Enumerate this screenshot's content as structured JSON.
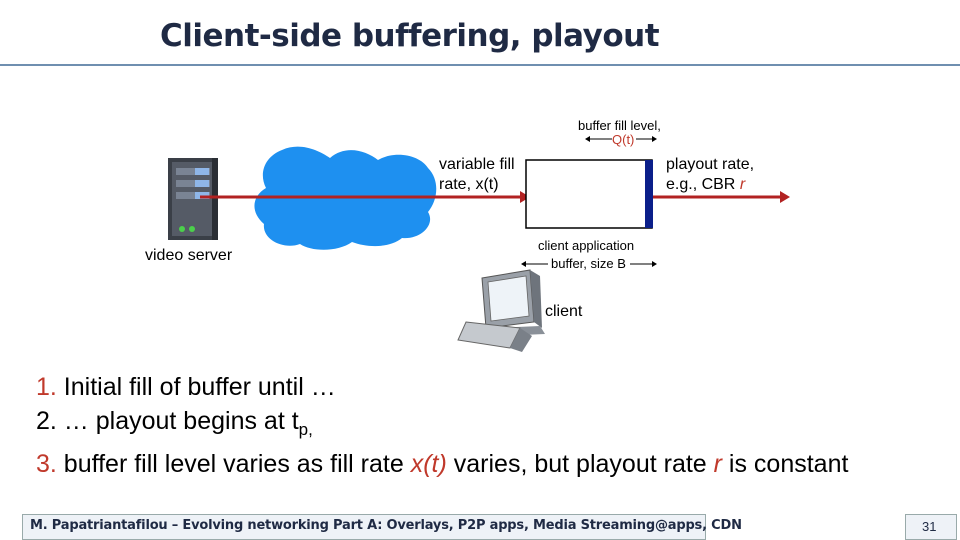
{
  "title": "Client-side buffering, playout",
  "diagram": {
    "buffer_fill_level_line1": "buffer fill level,",
    "buffer_fill_level_line2": "Q(t)",
    "variable_fill_line1": "variable fill",
    "variable_fill_line2": "rate, x(t)",
    "playout_line1": "playout rate,",
    "playout_line2_prefix": "e.g., CBR ",
    "playout_line2_var": "r",
    "video_server": "video server",
    "client_buffer_line1": "client  application",
    "client_buffer_line2": "buffer, size B",
    "client": "client"
  },
  "bullets": [
    {
      "num": "1.",
      "text": " Initial fill of buffer until …"
    },
    {
      "num": "2.",
      "text": " … playout begins at t",
      "sub": "p,"
    },
    {
      "num": "3.",
      "text_a": " buffer fill level varies as fill rate ",
      "var_a": "x(t)",
      "text_b": " varies, but playout rate ",
      "var_b": "r",
      "text_c": " is constant"
    }
  ],
  "footer": "M. Papatriantafilou –  Evolving networking Part A: Overlays, P2P apps, Media Streaming@apps, CDN",
  "page_number": "31",
  "colors": {
    "cloud": "#1e90f0",
    "arrow": "#b22222",
    "buffer_fill": "#0b1f8a",
    "title": "#1f2a44"
  }
}
